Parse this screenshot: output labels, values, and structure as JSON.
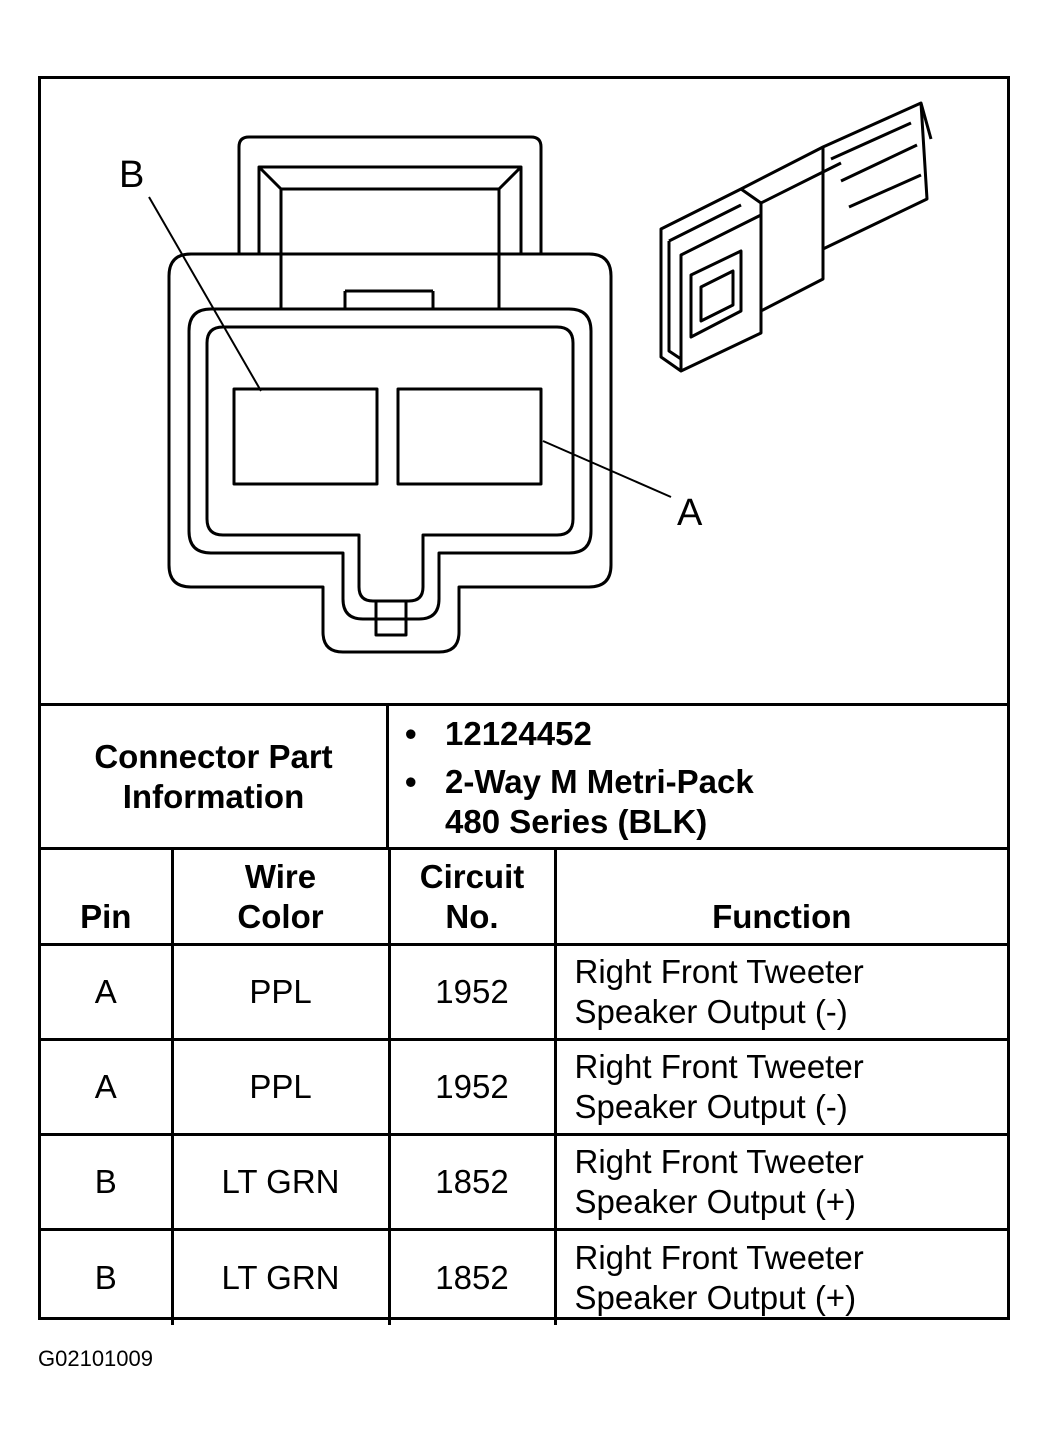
{
  "diagram": {
    "callouts": {
      "b": "B",
      "a": "A"
    }
  },
  "connector_info": {
    "label": "Connector Part Information",
    "part_number": "12124452",
    "description_line1": "2-Way M Metri-Pack",
    "description_line2": "480 Series (BLK)"
  },
  "pin_table": {
    "headers": {
      "pin": "Pin",
      "wire_color_line1": "Wire",
      "wire_color_line2": "Color",
      "circuit_line1": "Circuit",
      "circuit_line2": "No.",
      "function": "Function"
    },
    "rows": [
      {
        "pin": "A",
        "wire_color": "PPL",
        "circuit": "1952",
        "function_line1": "Right Front Tweeter",
        "function_line2": "Speaker Output (-)"
      },
      {
        "pin": "A",
        "wire_color": "PPL",
        "circuit": "1952",
        "function_line1": "Right Front Tweeter",
        "function_line2": "Speaker Output (-)"
      },
      {
        "pin": "B",
        "wire_color": "LT GRN",
        "circuit": "1852",
        "function_line1": "Right Front Tweeter",
        "function_line2": "Speaker Output (+)"
      },
      {
        "pin": "B",
        "wire_color": "LT GRN",
        "circuit": "1852",
        "function_line1": "Right Front Tweeter",
        "function_line2": "Speaker Output (+)"
      }
    ]
  },
  "figure_id": "G02101009"
}
